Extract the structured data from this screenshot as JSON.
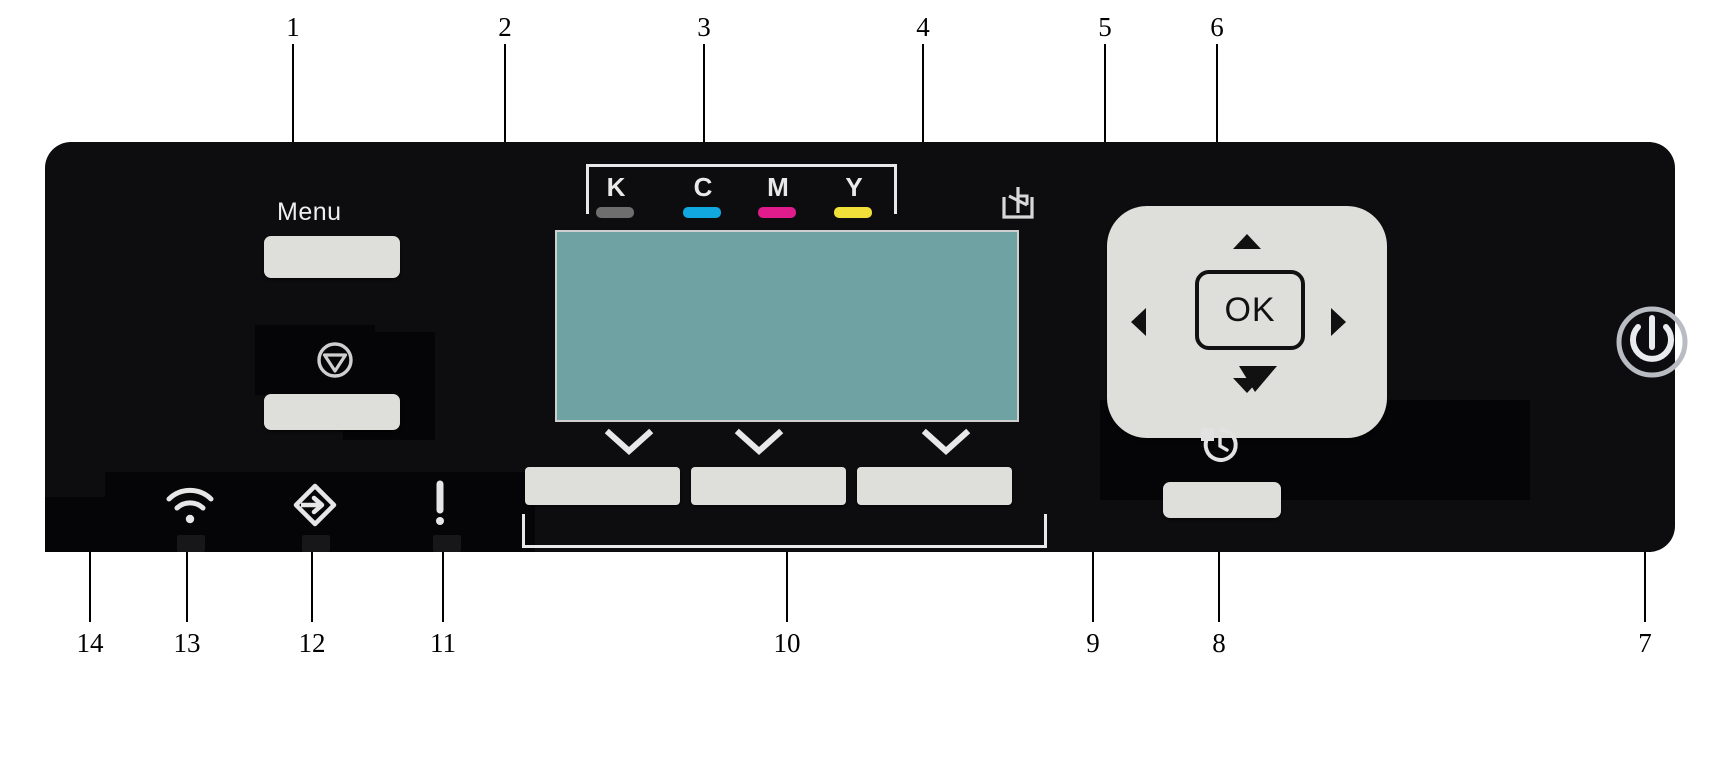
{
  "figure": {
    "title": "Printer operation panel callout diagram",
    "background_color": "#ffffff",
    "panel_color": "#0d0d0f",
    "key_color": "#dededa",
    "lcd_color": "#6fa3a3",
    "line_color": "#000000"
  },
  "callouts": [
    {
      "number": "1",
      "target": "menu-button"
    },
    {
      "number": "2",
      "target": "lcd-display"
    },
    {
      "number": "3",
      "target": "toner-indicators"
    },
    {
      "number": "4",
      "target": "paper-feed-icon"
    },
    {
      "number": "5",
      "target": "navigation-pad"
    },
    {
      "number": "6",
      "target": "ok-button"
    },
    {
      "number": "7",
      "target": "power-button"
    },
    {
      "number": "8",
      "target": "power-save-button"
    },
    {
      "number": "9",
      "target": "back-button"
    },
    {
      "number": "10",
      "target": "soft-key-row"
    },
    {
      "number": "11",
      "target": "attention-led"
    },
    {
      "number": "12",
      "target": "data-led"
    },
    {
      "number": "13",
      "target": "wireless-led"
    },
    {
      "number": "14",
      "target": "stop-button"
    }
  ],
  "panel": {
    "menu": {
      "label": "Menu",
      "button_name": "menu-button"
    },
    "ok_button": {
      "label": "OK"
    },
    "toner_indicators": [
      {
        "letter": "K",
        "name": "toner-indicator-black",
        "color": "#6e6e6e"
      },
      {
        "letter": "C",
        "name": "toner-indicator-cyan",
        "color": "#11a8e0"
      },
      {
        "letter": "M",
        "name": "toner-indicator-magenta",
        "color": "#e01b8c"
      },
      {
        "letter": "Y",
        "name": "toner-indicator-yellow",
        "color": "#f2e03a"
      }
    ],
    "soft_keys": [
      {
        "name": "soft-key-1"
      },
      {
        "name": "soft-key-2"
      },
      {
        "name": "soft-key-3"
      }
    ],
    "status_leds": [
      {
        "name": "wireless-led",
        "icon": "wifi-icon"
      },
      {
        "name": "data-led",
        "icon": "data-diamond-icon"
      },
      {
        "name": "attention-led",
        "icon": "exclamation-icon"
      }
    ],
    "icons": {
      "paper_feed": "paper-feed-icon",
      "stop": "stop-icon",
      "power": "power-icon",
      "power_save": "power-save-icon",
      "back": "back-arrow-icon",
      "chevron": "chevron-down-icon"
    }
  }
}
